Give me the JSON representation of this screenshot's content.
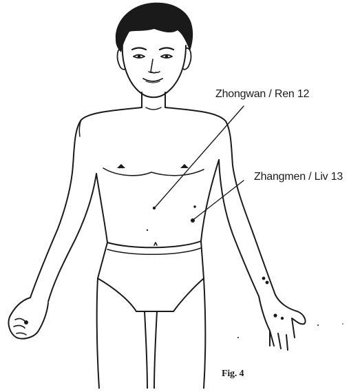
{
  "labels": {
    "zhongwan": "Zhongwan / Ren 12",
    "zhangmen": "Zhangmen / Liv 13",
    "figure": "Fig. 4"
  },
  "colors": {
    "ink": "#1a1a1a",
    "background": "#ffffff"
  }
}
